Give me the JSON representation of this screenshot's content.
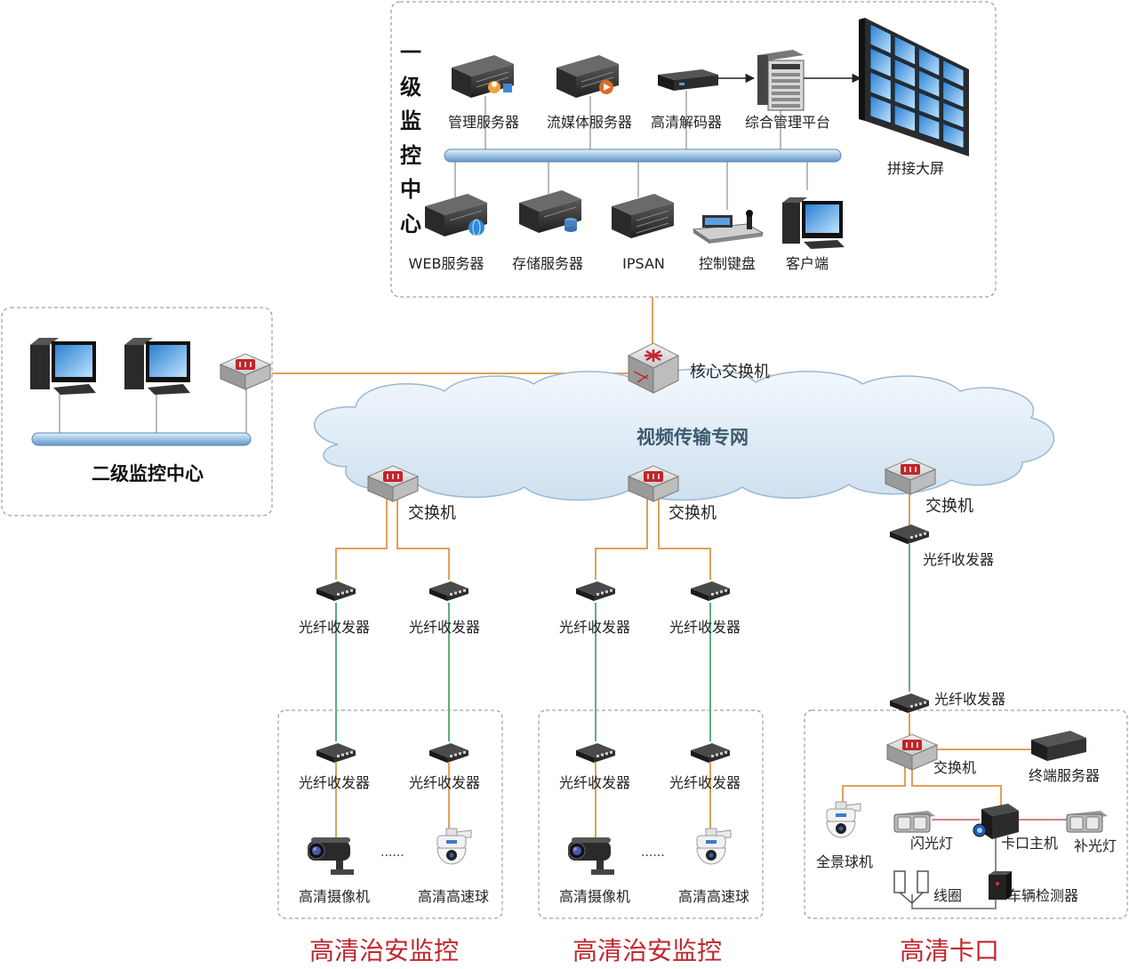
{
  "level1": {
    "title": "一级监控中心",
    "top_row": [
      "管理服务器",
      "流媒体服务器",
      "高清解码器",
      "综合管理平台"
    ],
    "bottom_row": [
      "WEB服务器",
      "存储服务器",
      "IPSAN",
      "控制键盘",
      "客户端"
    ],
    "video_wall": "拼接大屏"
  },
  "core_switch": "核心交换机",
  "network": "视频传输专网",
  "level2": {
    "title": "二级监控中心"
  },
  "switch_label": "交换机",
  "transceiver_label": "光纤收发器",
  "ellipsis": "......",
  "security_block": {
    "title": "高清治安监控",
    "camera": "高清摄像机",
    "dome": "高清高速球"
  },
  "checkpoint_block": {
    "title": "高清卡口",
    "switch": "交换机",
    "terminal_server": "终端服务器",
    "panorama_dome": "全景球机",
    "flash_light": "闪光灯",
    "host": "卡口主机",
    "fill_light": "补光灯",
    "coil": "线圈",
    "vehicle_detector": "车辆检测器"
  },
  "colors": {
    "copper_link": "#e0a05a",
    "fiber_link": "#5fae7c",
    "red_link": "#c45858",
    "bus": "#b8d4ec",
    "accent_red": "#c0262c"
  }
}
